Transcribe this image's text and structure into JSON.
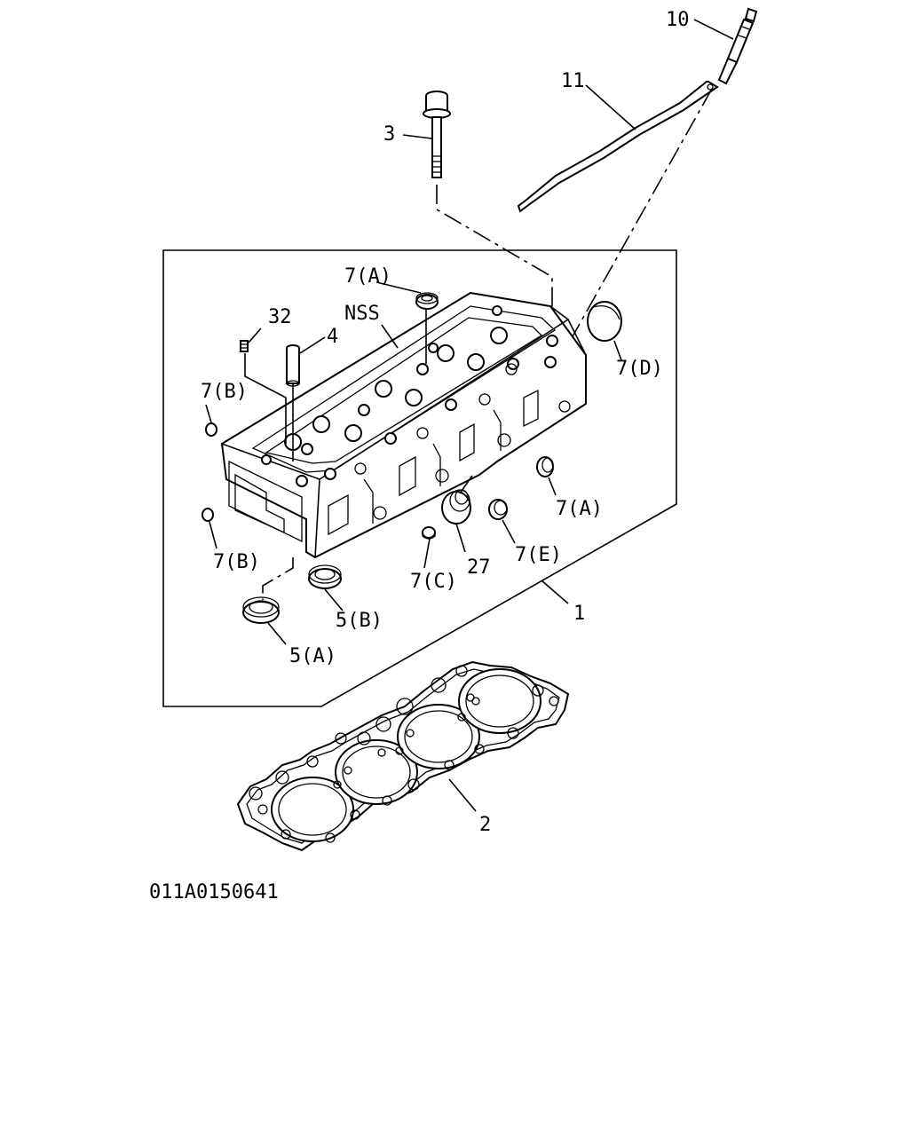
{
  "labels": {
    "p10": "10",
    "p11": "11",
    "p3": "3",
    "p7a_top": "7(A)",
    "nss": "NSS",
    "p32": "32",
    "p4": "4",
    "p7b_upper": "7(B)",
    "p7d": "7(D)",
    "p7a_right": "7(A)",
    "p7b_lower": "7(B)",
    "p7e": "7(E)",
    "p27": "27",
    "p7c": "7(C)",
    "p5b": "5(B)",
    "p1": "1",
    "p5a": "5(A)",
    "p2": "2"
  },
  "diagram_code": "011A0150641"
}
